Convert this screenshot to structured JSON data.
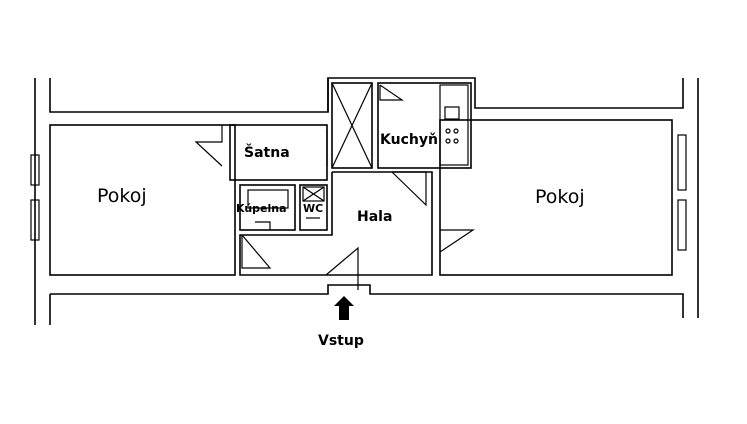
{
  "rooms": {
    "pokoj_left": "Pokoj",
    "pokoj_right": "Pokoj",
    "satna": "Šatna",
    "kuchyn": "Kuchyň",
    "kupelna": "Kúpelna",
    "wc": "WC",
    "hala": "Hala"
  },
  "entrance": {
    "label": "Vstup"
  }
}
